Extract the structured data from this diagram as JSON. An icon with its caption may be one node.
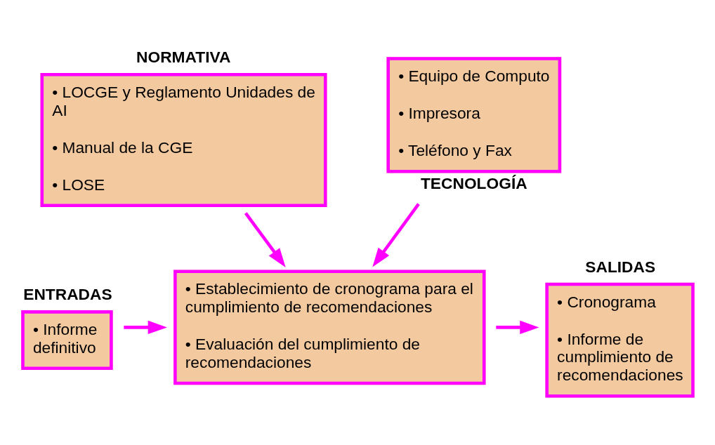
{
  "diagram": {
    "nodes": [
      {
        "text": [
          "NORMATIVA",
          "• LOCGE y Reglamento Unidades de AI",
          "• Manual de la CGE",
          "• LOSE"
        ]
      },
      {
        "text": [
          "ENTRADAS",
          "• Informe definitivo"
        ]
      },
      {
        "text": [
          "• Establecimiento de cronograma para el cumplimiento de recomendaciones",
          "• Evaluación del cumplimiento de recomendaciones"
        ]
      },
      {
        "text": [
          "SALIDAS",
          "• Cronograma",
          "• Informe de cumplimiento de recomendaciones"
        ]
      },
      {
        "text": [
          "• Equipo de Computo",
          "• Impresora",
          "• Teléfono y Fax",
          "TECNOLOGÍA"
        ]
      }
    ],
    "edges": [
      {
        "from": 0,
        "to": 2,
        "arrow": "to"
      },
      {
        "from": 1,
        "to": 2,
        "arrow": "to"
      },
      {
        "from": 2,
        "to": 3,
        "arrow": "to"
      },
      {
        "from": 4,
        "to": 2,
        "arrow": "to"
      }
    ]
  }
}
